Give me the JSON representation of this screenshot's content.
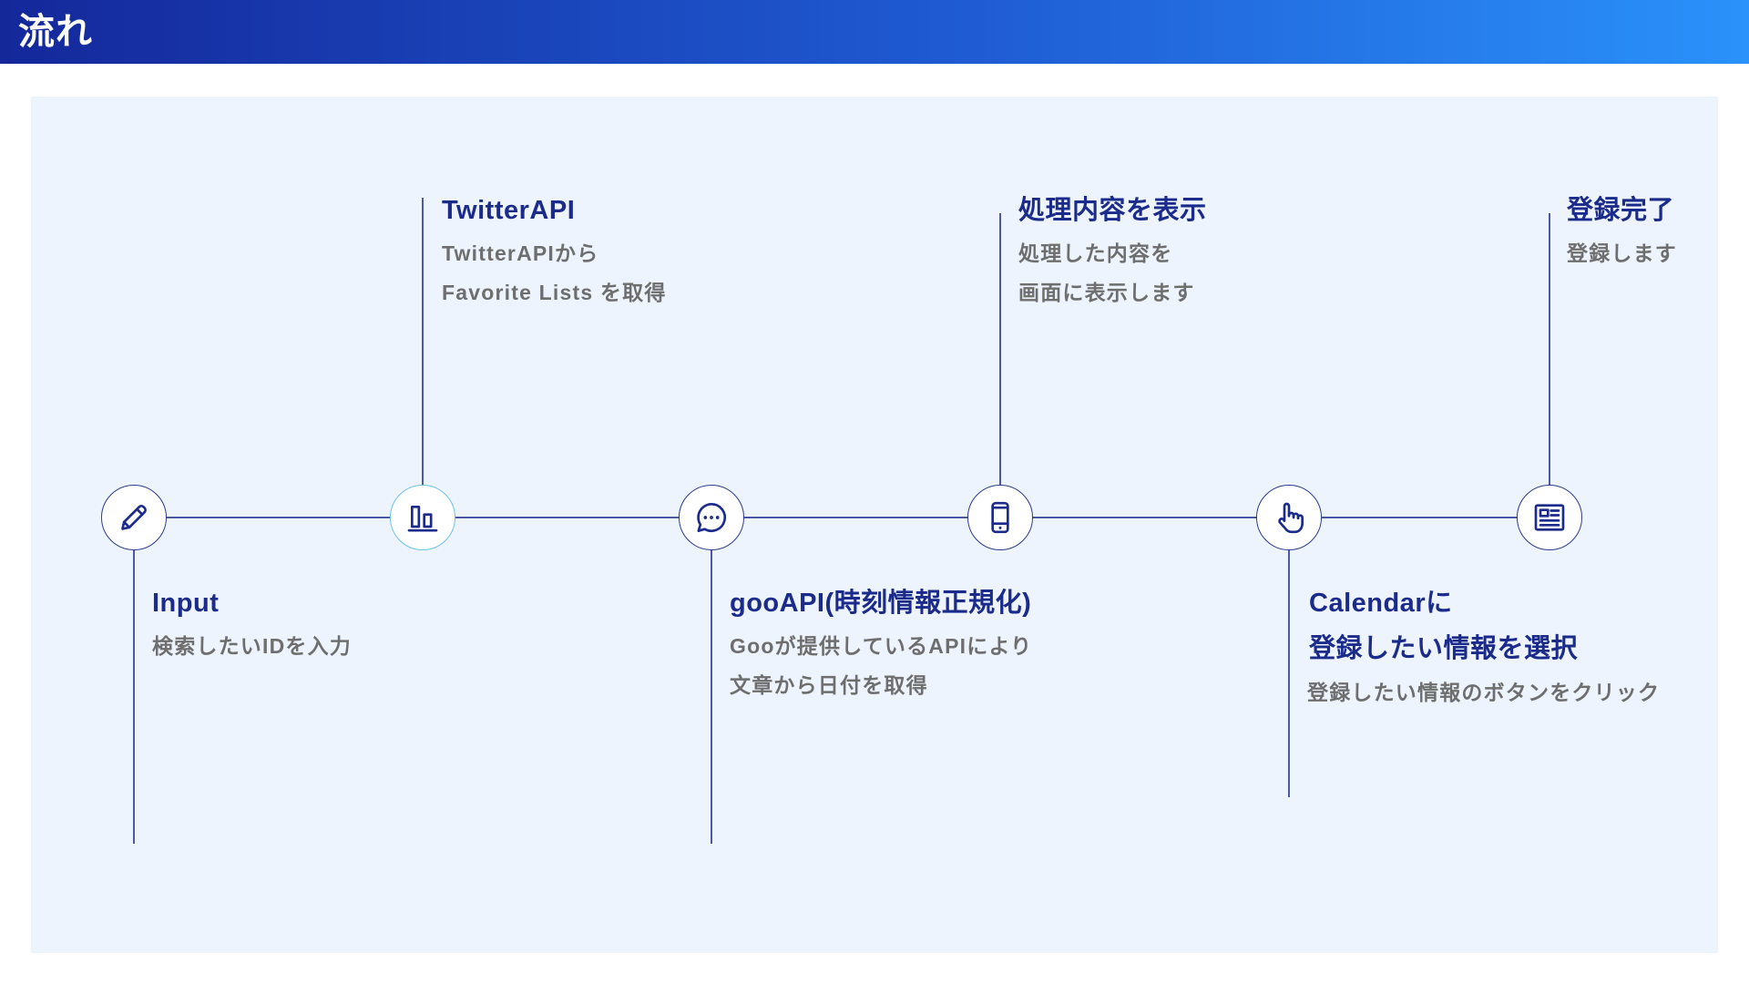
{
  "header": {
    "title": "流れ"
  },
  "colors": {
    "header_gradient_start": "#14289a",
    "header_gradient_end": "#2a92fa",
    "panel_background": "#edf4fd",
    "title_text": "#1b2b8c",
    "description_text": "#6e6e6e",
    "timeline_line": "#4a58a6",
    "node_border": "#2b3a8e",
    "node_border_highlight": "#6cc3e8"
  },
  "steps": [
    {
      "icon": "pencil-icon",
      "title": [
        "Input"
      ],
      "description": [
        "検索したいIDを入力"
      ]
    },
    {
      "icon": "bar-chart-icon",
      "title": [
        "TwitterAPI"
      ],
      "description": [
        "TwitterAPIから",
        "Favorite Lists を取得"
      ]
    },
    {
      "icon": "chat-bubble-icon",
      "title": [
        "gooAPI(時刻情報正規化)"
      ],
      "description": [
        "Gooが提供しているAPIにより",
        "文章から日付を取得"
      ]
    },
    {
      "icon": "smartphone-icon",
      "title": [
        "処理内容を表示"
      ],
      "description": [
        "処理した内容を",
        "画面に表示します"
      ]
    },
    {
      "icon": "hand-pointer-icon",
      "title": [
        "Calendarに",
        "登録したい情報を選択"
      ],
      "description": [
        "登録したい情報のボタンをクリック"
      ]
    },
    {
      "icon": "newspaper-icon",
      "title": [
        "登録完了"
      ],
      "description": [
        "登録します"
      ]
    }
  ]
}
